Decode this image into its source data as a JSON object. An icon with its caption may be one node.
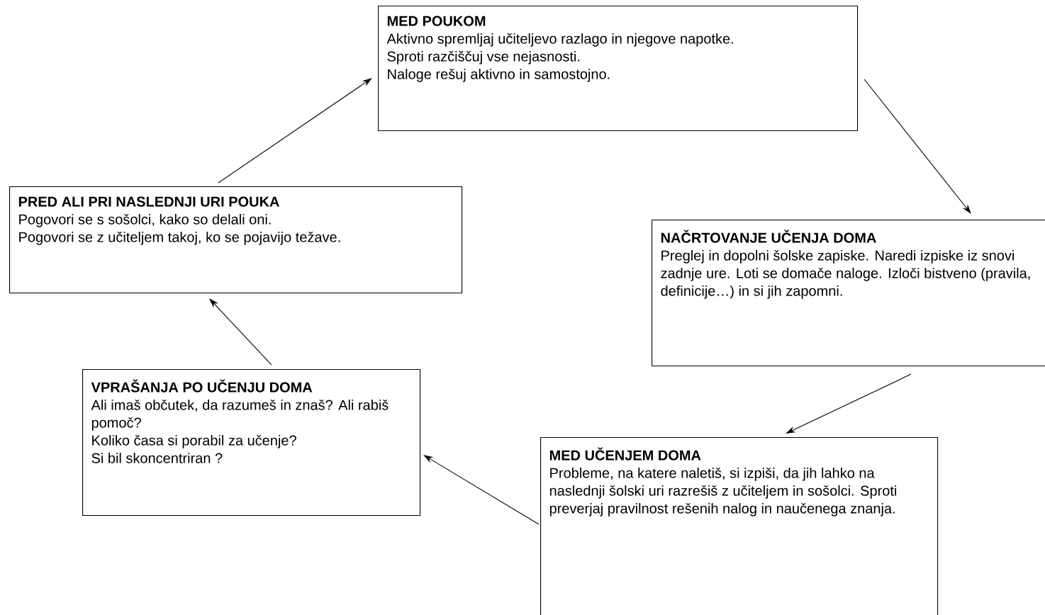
{
  "diagram": {
    "nodes": [
      {
        "text": [
          "MED POUKOM",
          "Aktivno spremljaj učiteljevo razlago in njegove napotke.",
          "Sproti razčiščuj vse nejasnosti.",
          "Naloge rešuj aktivno in samostojno."
        ]
      },
      {
        "text": [
          "PRED ALI PRI NASLEDNJI URI POUKA",
          "Pogovori se s sošolci, kako so delali oni.",
          "Pogovori se z učiteljem takoj, ko se pojavijo težave."
        ]
      },
      {
        "text": [
          "NAČRTOVANJE UČENJA DOMA",
          "Preglej in dopolni šolske zapiske. Naredi izpiske iz snovi zadnje ure. Loti se domače naloge. Izloči bistveno (pravila, definicije…) in si jih zapomni."
        ]
      },
      {
        "text": [
          "VPRAŠANJA PO UČENJU DOMA",
          "Ali imaš občutek, da razumeš in znaš? Ali rabiš pomoč?",
          "Koliko časa si porabil za učenje?",
          "Si bil skoncentriran ?"
        ]
      },
      {
        "text": [
          "MED UČENJEM DOMA",
          "Probleme, na katere naletiš, si izpiši, da jih lahko na naslednji šolski uri razrešiš z učiteljem in sošolci. Sproti preverjaj pravilnost rešenih nalog in naučenega znanja."
        ]
      }
    ],
    "edges": [
      {
        "from": 0,
        "to": 2,
        "arrow": "to"
      },
      {
        "from": 2,
        "to": 4,
        "arrow": "to"
      },
      {
        "from": 4,
        "to": 3,
        "arrow": "to"
      },
      {
        "from": 3,
        "to": 1,
        "arrow": "to"
      },
      {
        "from": 1,
        "to": 0,
        "arrow": "to"
      }
    ]
  }
}
